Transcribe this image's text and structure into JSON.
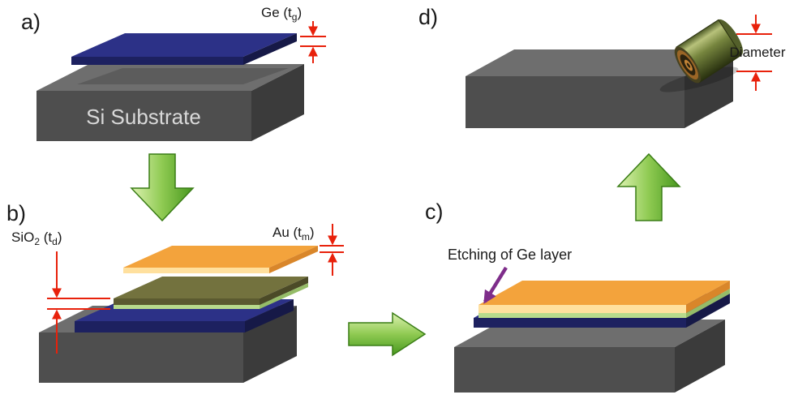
{
  "panels": {
    "a": {
      "label": "a)",
      "substrate_label": "Si Substrate",
      "thickness_label": {
        "pre": "Ge (t",
        "sub": "g",
        "post": ")"
      }
    },
    "b": {
      "label": "b)",
      "oxide_thickness_label": {
        "p1": "SiO",
        "s1": "2",
        "p2": " (t",
        "s2": "d",
        "p3": ")"
      },
      "metal_thickness_label": {
        "pre": "Au (t",
        "sub": "m",
        "post": ")"
      }
    },
    "c": {
      "label": "c)",
      "annotation": "Etching of Ge layer"
    },
    "d": {
      "label": "d)",
      "dimension_label": "Diameter"
    }
  },
  "colors": {
    "substrate_top": "#6e6e6e",
    "substrate_front": "#4e4e4e",
    "substrate_side": "#3b3b3b",
    "ge_top": "#2c3187",
    "ge_front": "#1d2160",
    "ge_side": "#161947",
    "oxide_top": "#73723e",
    "oxide_front": "#5b5a30",
    "oxide_side": "#4b4a27",
    "oxide_green_front": "#b8da8c",
    "oxide_green_side": "#95bc68",
    "au_top": "#f3a33c",
    "au_front": "#ffe09e",
    "au_side": "#d9862a",
    "arrow_light": "#ddf2b2",
    "arrow_mid": "#8fca52",
    "arrow_dark": "#47981e",
    "arrow_stroke": "#3a7d16",
    "dim_red": "#e8210b",
    "anno_purple": "#7e2d8a",
    "text_dark": "#1a1a1a",
    "text_light": "#d9d9d9",
    "tube_rim": "#4d5a26",
    "tube_hi": "#b8c27b",
    "tube_base": "#76853e",
    "tube_deep": "#29310f",
    "tube_end": "#535f2a",
    "ring_outer": "#46411f",
    "ring_tan": "#9a6526",
    "ring_dark": "#2c230f",
    "ring_curl": "#c28336"
  }
}
